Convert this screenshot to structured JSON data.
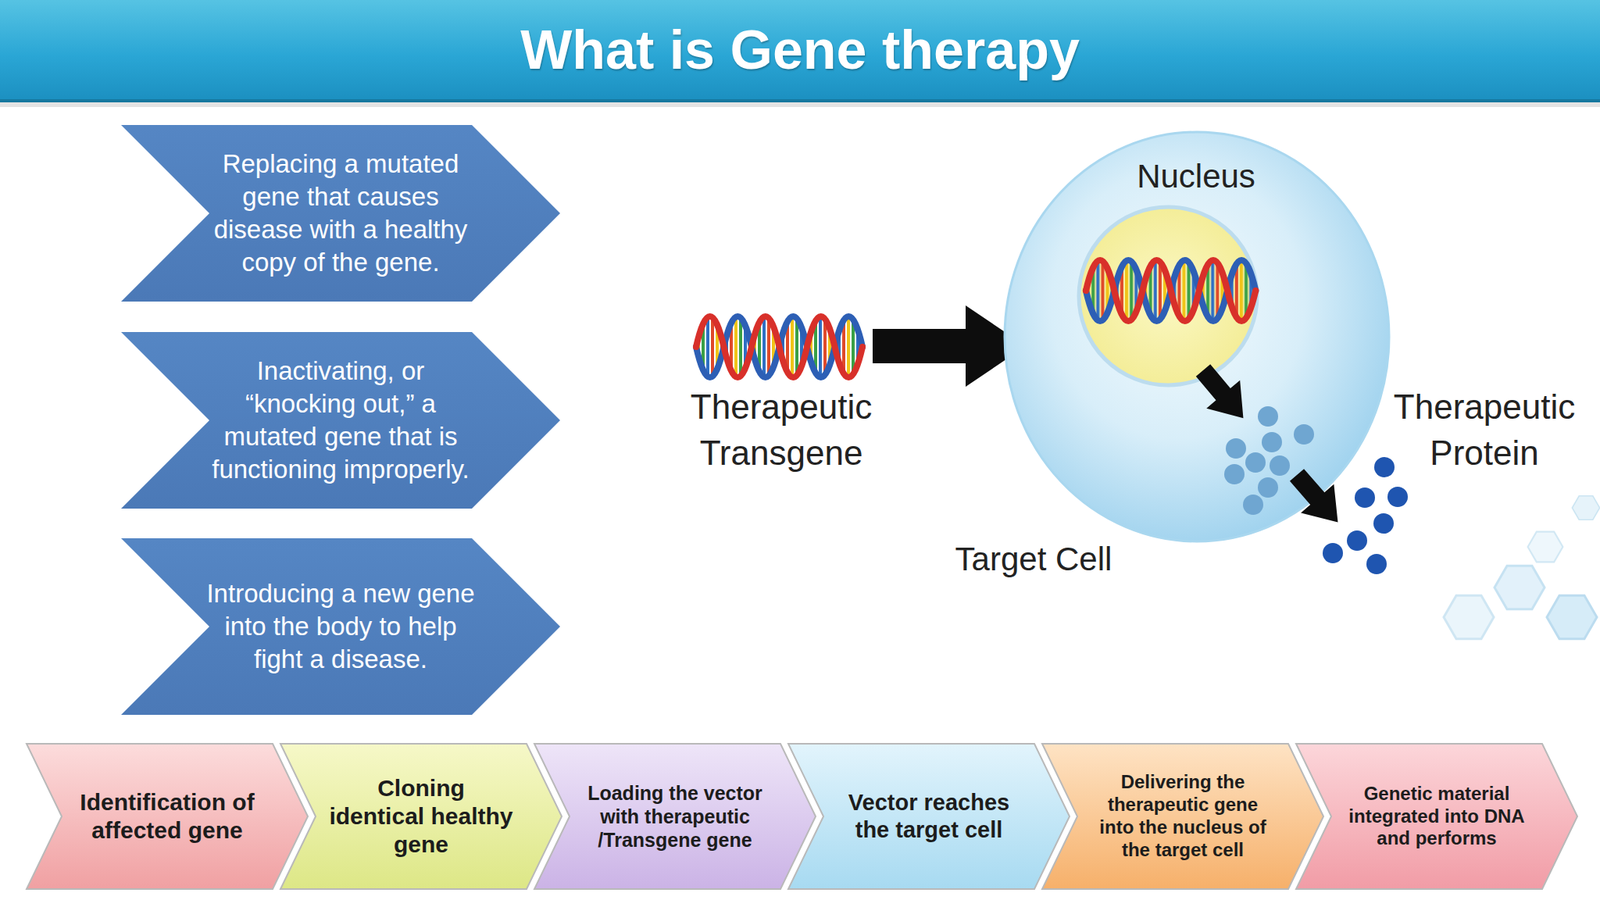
{
  "diagram": {
    "title": "What is Gene therapy",
    "nodes": [
      {
        "text": [
          "Replacing a mutated gene that causes disease with a healthy copy of the gene."
        ]
      },
      {
        "text": [
          "Inactivating, or “knocking out,” a mutated gene that is functioning improperly."
        ]
      },
      {
        "text": [
          "Introducing a new gene into the body to help fight a disease."
        ]
      },
      {
        "text": [
          "Identification of affected gene"
        ]
      },
      {
        "text": [
          "Cloning identical healthy gene"
        ]
      },
      {
        "text": [
          "Loading the vector with therapeutic /Transgene gene"
        ]
      },
      {
        "text": [
          "Vector reaches the target cell"
        ]
      },
      {
        "text": [
          "Delivering the therapeutic gene into the nucleus of the target cell"
        ]
      },
      {
        "text": [
          "Genetic material integrated into DNA and performs"
        ]
      }
    ],
    "labels": [
      "Nucleus",
      "Therapeutic Transgene",
      "Therapeutic Protein",
      "Target Cell"
    ]
  }
}
